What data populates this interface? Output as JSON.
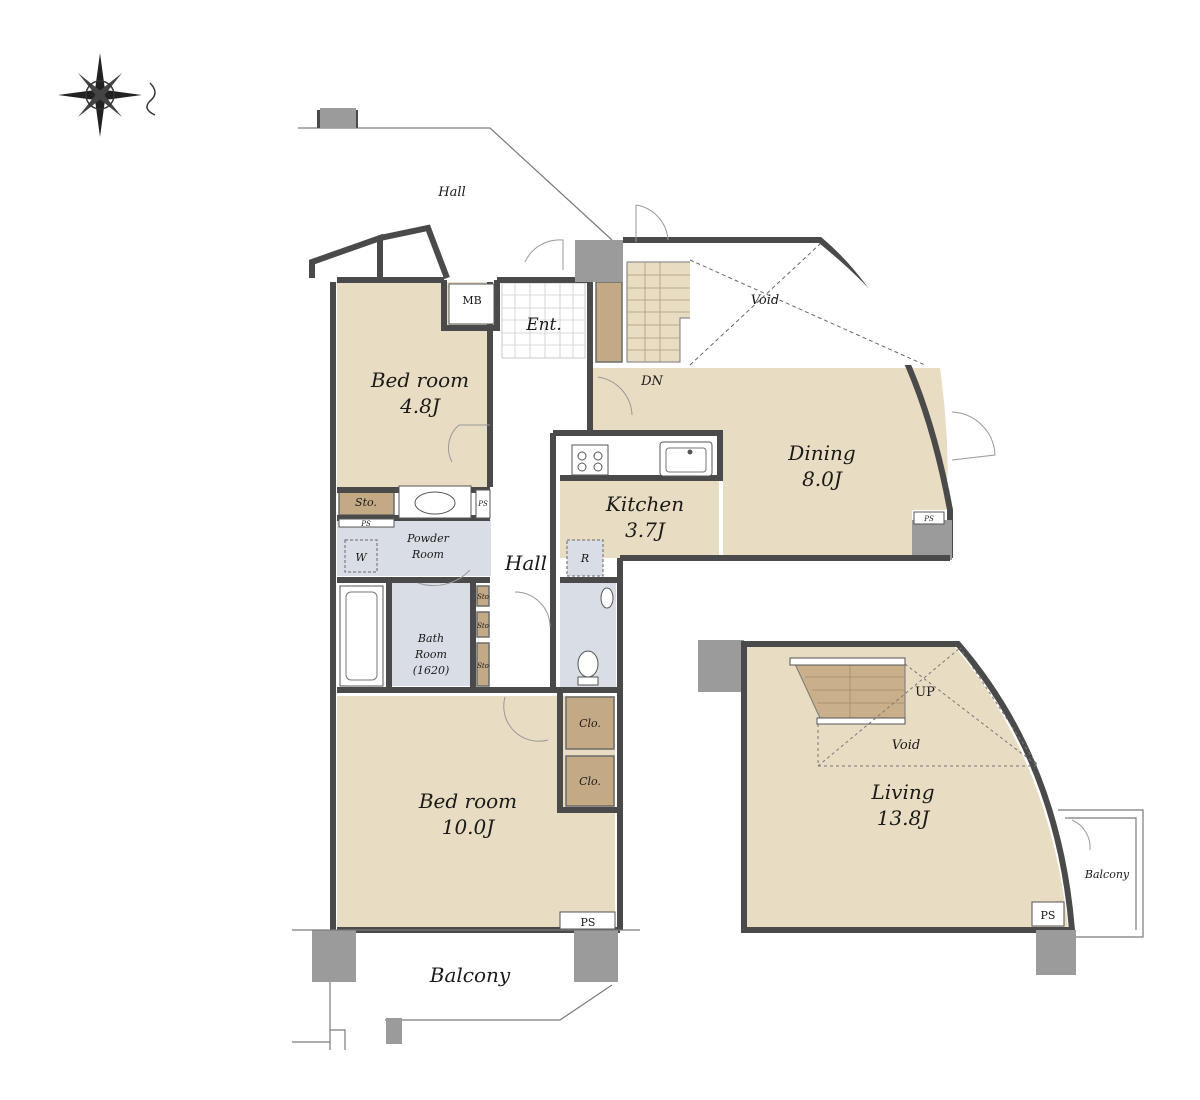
{
  "rooms": {
    "hall_top": "Hall",
    "mb": "MB",
    "entrance": "Ent.",
    "void_top": "Void",
    "dn": "DN",
    "bedroom1_name": "Bed room",
    "bedroom1_size": "4.8J",
    "dining_name": "Dining",
    "dining_size": "8.0J",
    "kitchen_name": "Kitchen",
    "kitchen_size": "3.7J",
    "sto_main": "Sto.",
    "ps_small": "PS",
    "powder_line1": "Powder",
    "powder_line2": "Room",
    "washer": "W",
    "hall_mid": "Hall",
    "fridge": "R",
    "bath_line1": "Bath",
    "bath_line2": "Room",
    "bath_line3": "(1620)",
    "sto_small": "Sto",
    "closet": "Clo.",
    "bedroom2_name": "Bed room",
    "bedroom2_size": "10.0J",
    "ps": "PS",
    "balcony_bottom": "Balcony",
    "up": "UP",
    "void_living": "Void",
    "living_name": "Living",
    "living_size": "13.8J",
    "balcony_right": "Balcony"
  },
  "colors": {
    "floor": "#e8dcc2",
    "wet_area": "#d9dde6",
    "storage": "#c4aa84",
    "wall": "#4a4a4a",
    "column": "#9b9b9b"
  },
  "icons": [
    "compass-icon",
    "stove-icon",
    "sink-icon",
    "toilet-icon",
    "bathtub-icon",
    "washbasin-icon",
    "staircase-icon"
  ]
}
